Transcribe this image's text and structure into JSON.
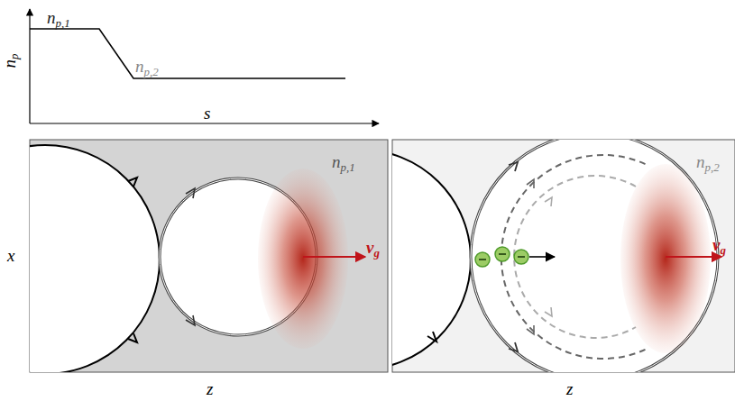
{
  "diagram": {
    "labels": [
      "np,1",
      "np,2",
      "np",
      "s",
      "x",
      "np,1",
      "vg",
      "z",
      "np,2",
      "vg",
      "z"
    ]
  }
}
